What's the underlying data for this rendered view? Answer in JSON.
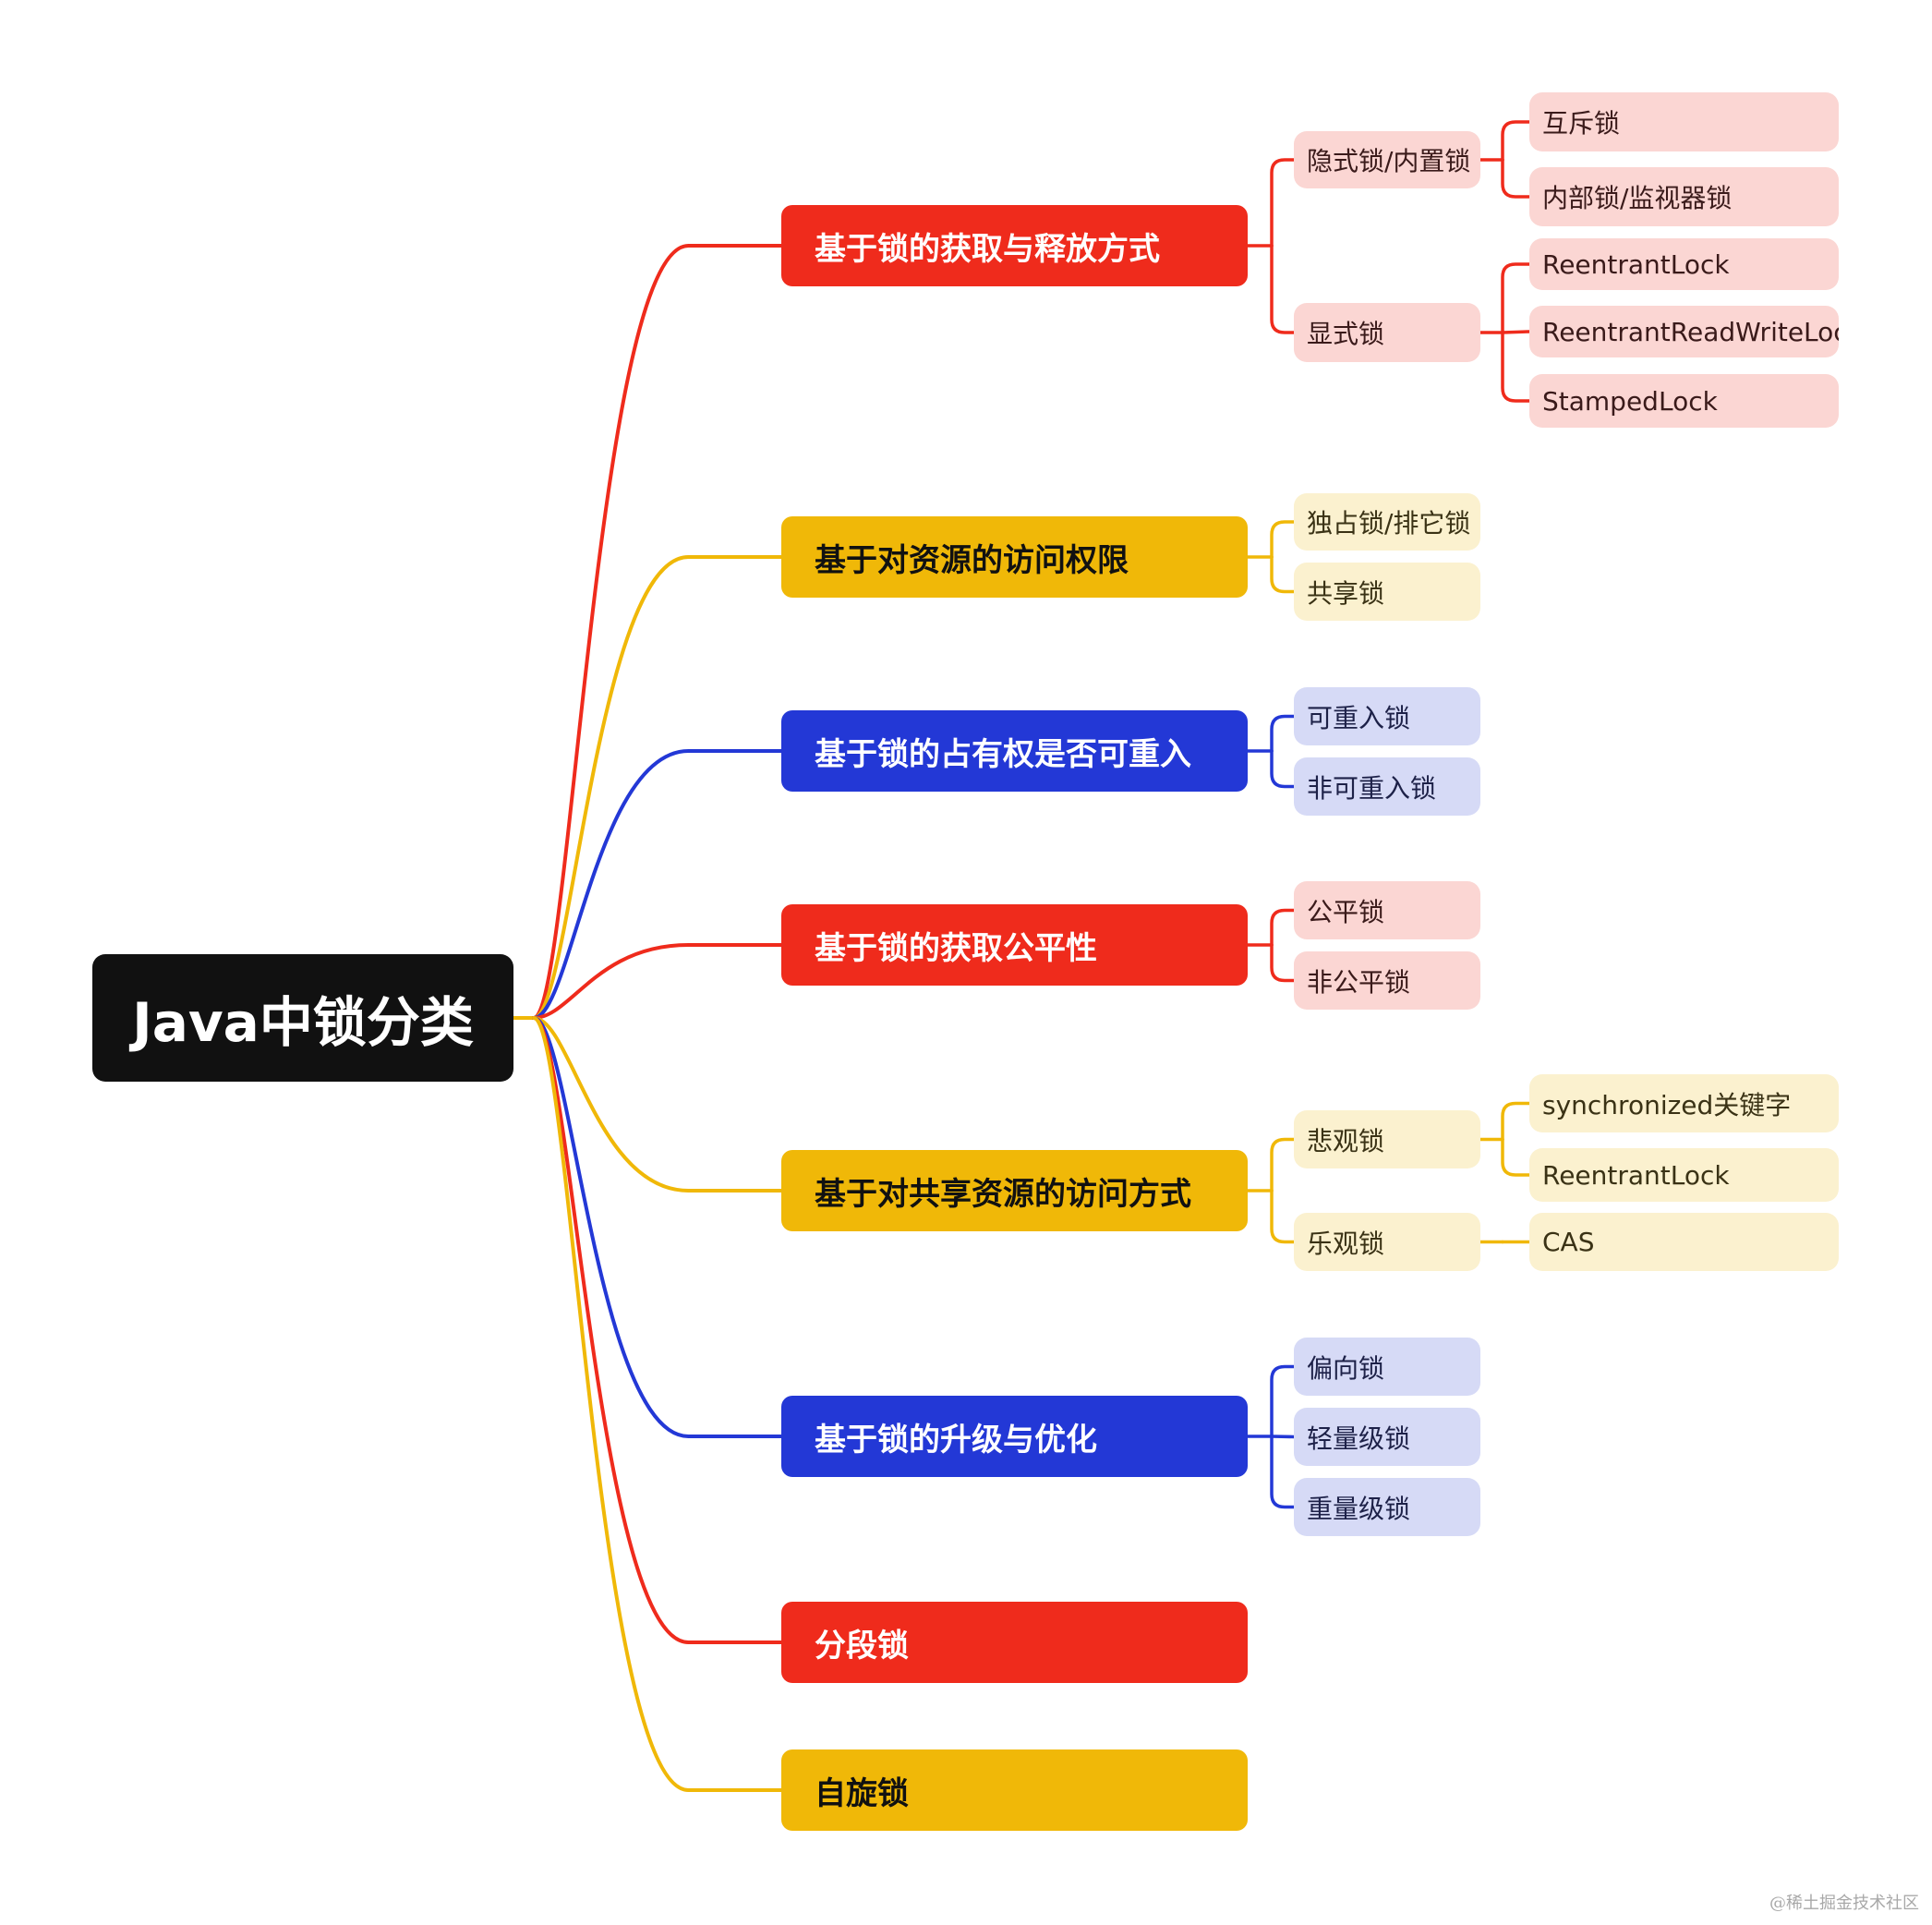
{
  "colors": {
    "red": "#ef2b1c",
    "yellow": "#f0b808",
    "blue": "#2338d6",
    "root_bg": "#111111",
    "red_light": "#fbd6d3",
    "yellow_light": "#fbf1cf",
    "blue_light": "#d6daf6"
  },
  "root": {
    "label": "Java中锁分类"
  },
  "branches": [
    {
      "label": "基于锁的获取与释放方式",
      "color": "red",
      "children": [
        {
          "label": "隐式锁/内置锁",
          "children": [
            {
              "label": "互斥锁"
            },
            {
              "label": "内部锁/监视器锁"
            }
          ]
        },
        {
          "label": "显式锁",
          "children": [
            {
              "label": "ReentrantLock"
            },
            {
              "label": "ReentrantReadWriteLock"
            },
            {
              "label": "StampedLock"
            }
          ]
        }
      ]
    },
    {
      "label": "基于对资源的访问权限",
      "color": "yellow",
      "children": [
        {
          "label": "独占锁/排它锁"
        },
        {
          "label": "共享锁"
        }
      ]
    },
    {
      "label": "基于锁的占有权是否可重入",
      "color": "blue",
      "children": [
        {
          "label": "可重入锁"
        },
        {
          "label": "非可重入锁"
        }
      ]
    },
    {
      "label": "基于锁的获取公平性",
      "color": "red",
      "children": [
        {
          "label": "公平锁"
        },
        {
          "label": "非公平锁"
        }
      ]
    },
    {
      "label": "基于对共享资源的访问方式",
      "color": "yellow",
      "children": [
        {
          "label": "悲观锁",
          "children": [
            {
              "label": "synchronized关键字"
            },
            {
              "label": "ReentrantLock"
            }
          ]
        },
        {
          "label": "乐观锁",
          "children": [
            {
              "label": "CAS"
            }
          ]
        }
      ]
    },
    {
      "label": "基于锁的升级与优化",
      "color": "blue",
      "children": [
        {
          "label": "偏向锁"
        },
        {
          "label": "轻量级锁"
        },
        {
          "label": "重量级锁"
        }
      ]
    },
    {
      "label": "分段锁",
      "color": "red",
      "children": []
    },
    {
      "label": "自旋锁",
      "color": "yellow",
      "children": []
    }
  ],
  "watermark": "@稀土掘金技术社区"
}
